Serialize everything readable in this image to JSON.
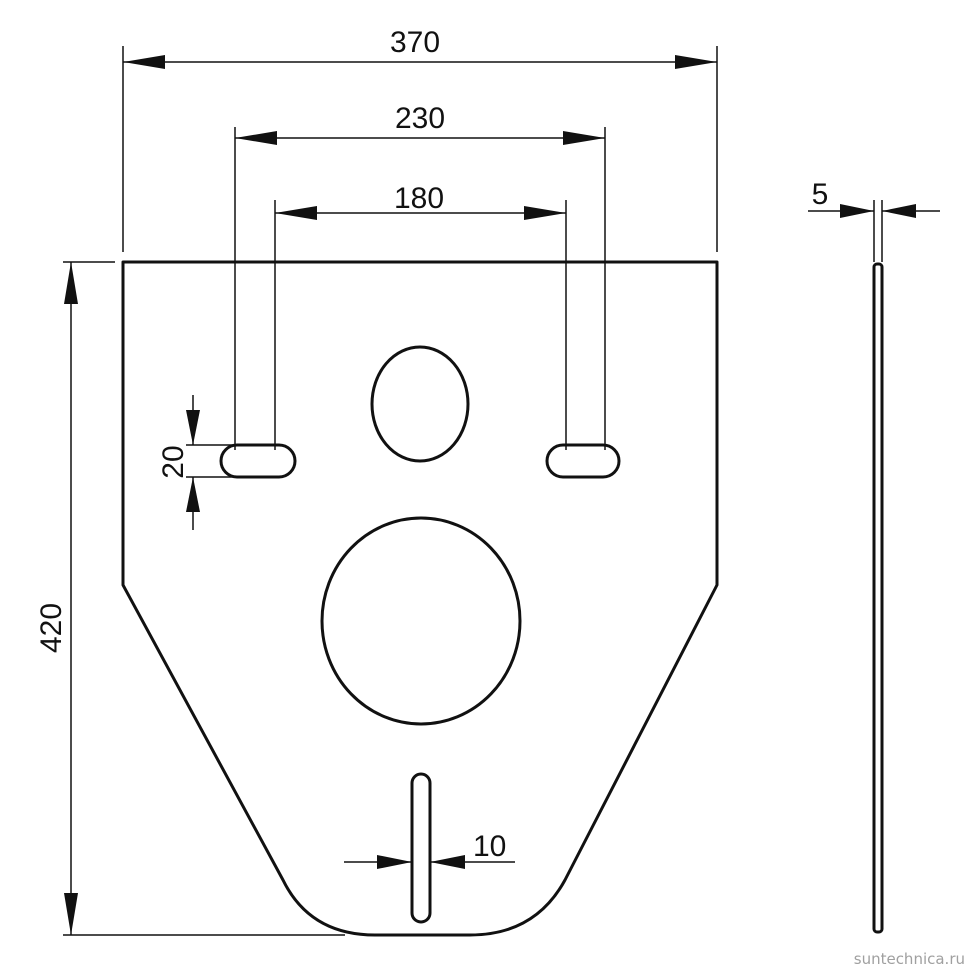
{
  "dimensions": {
    "overall_width": "370",
    "outer_hole_spacing": "230",
    "inner_hole_spacing": "180",
    "height": "420",
    "slot_height": "20",
    "bottom_slot_width": "10",
    "thickness": "5"
  },
  "watermark": "suntechnica.ru",
  "colors": {
    "line": "#111111",
    "watermark": "#a0a0a0",
    "background": "#ffffff"
  }
}
